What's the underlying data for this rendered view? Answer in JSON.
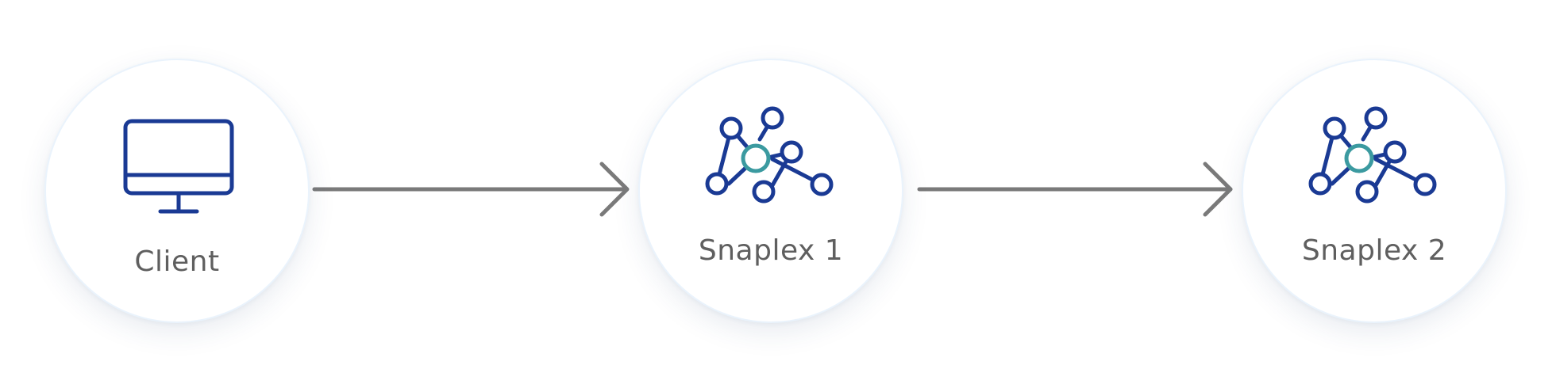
{
  "nodes": [
    {
      "label": "Client",
      "icon": "monitor-icon"
    },
    {
      "label": "Snaplex 1",
      "icon": "network-cluster-icon"
    },
    {
      "label": "Snaplex 2",
      "icon": "network-cluster-icon"
    }
  ],
  "edges": [
    {
      "from": "Client",
      "to": "Snaplex 1"
    },
    {
      "from": "Snaplex 1",
      "to": "Snaplex 2"
    }
  ],
  "colors": {
    "icon_primary": "#1a3a94",
    "icon_accent": "#3b9aa0",
    "arrow": "#7a7a7a",
    "label": "#5f5f5f",
    "circle_border": "#eaf3fc"
  }
}
